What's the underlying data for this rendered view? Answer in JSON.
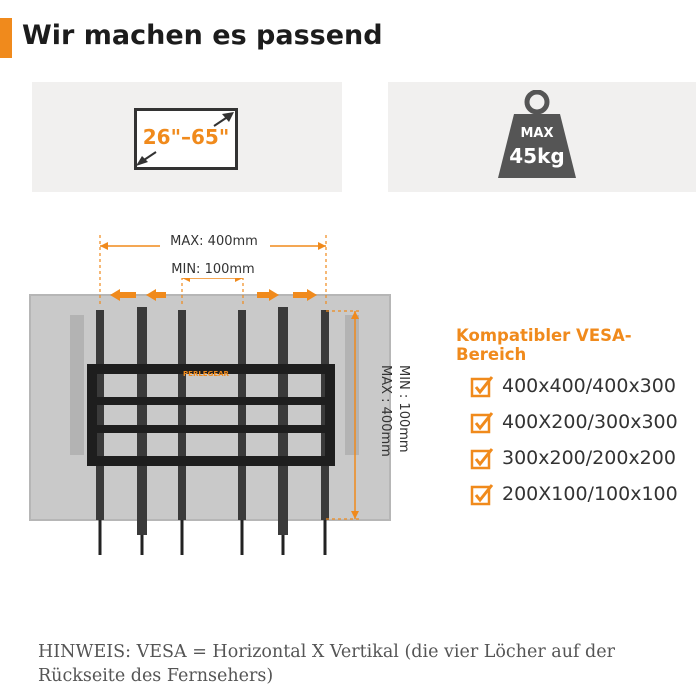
{
  "header": {
    "title": "Wir machen es passend"
  },
  "badges": {
    "size": {
      "label": "26\"–65\"",
      "icon": "tv-size-diagonal-icon"
    },
    "weight": {
      "top": "MAX",
      "bottom": "45kg",
      "icon": "weight-icon"
    }
  },
  "diagram": {
    "max_horizontal": "MAX: 400mm",
    "min_horizontal": "MIN: 100mm",
    "max_vertical": "MAX : 400mm",
    "min_vertical": "MIN : 100mm",
    "brand": "PERLEGEAR"
  },
  "vesa": {
    "title": "Kompatibler VESA-Bereich",
    "items": [
      {
        "label": "400x400/400x300"
      },
      {
        "label": "400X200/300x300"
      },
      {
        "label": "300x200/200x200"
      },
      {
        "label": "200X100/100x100"
      }
    ]
  },
  "note": {
    "line1": "HINWEIS: VESA = Horizontal X Vertikal (die vier Löcher auf der",
    "line2": "Rückseite des Fernsehers)"
  },
  "colors": {
    "accent": "#f08a1c",
    "badge_bg": "#f1f0ef",
    "text": "#222222"
  }
}
